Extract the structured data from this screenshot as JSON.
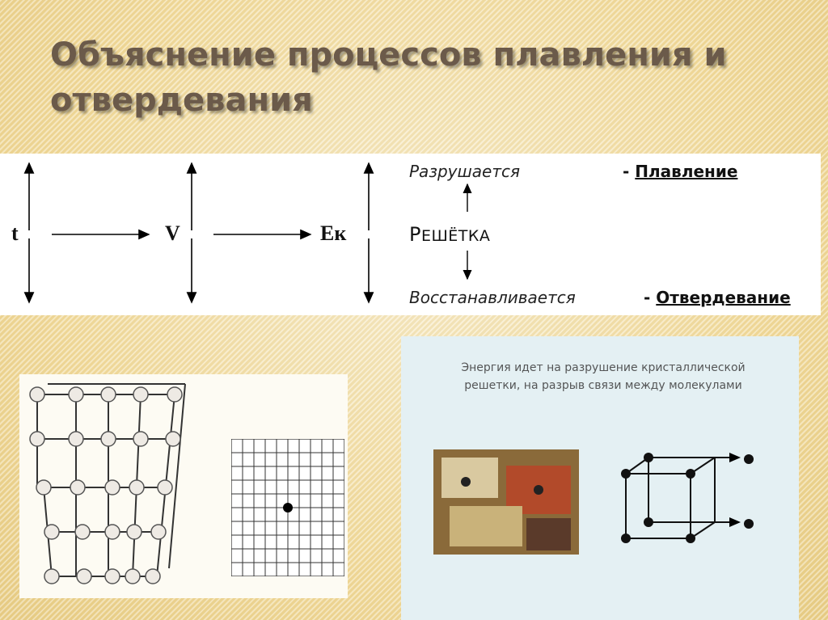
{
  "slide": {
    "title": "Объяснение процессов плавления и отвердевания"
  },
  "scheme": {
    "t_label": "t",
    "v_label": "V",
    "ek_label": "Eк",
    "destroyed": "Разрушается",
    "melting_dash": "-",
    "melting": "Плавление",
    "lattice_first": "Р",
    "lattice_rest": "ЕШЁТКА",
    "restored": "Восстанавливается",
    "solidification_dash": "-",
    "solidification": "Отвердевание"
  },
  "right_panel": {
    "caption": "Энергия идет на разрушение кристаллической решетки, на разрыв связи между молекулами"
  },
  "colors": {
    "title": "#6b5a4a",
    "background": "#f3e2b0",
    "panel_right": "#e4f0f3"
  }
}
